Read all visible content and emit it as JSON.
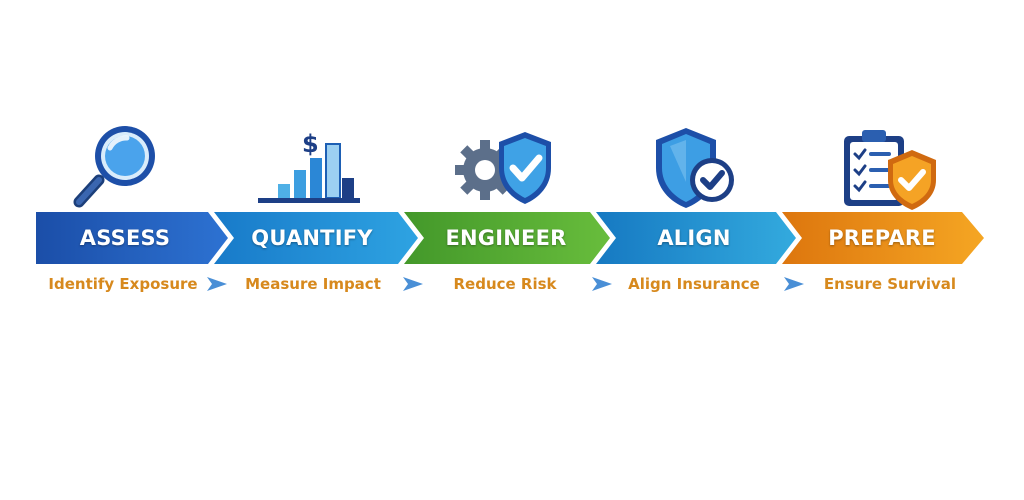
{
  "steps": [
    {
      "title": "ASSESS",
      "subtitle": "Identify Exposure",
      "icon": "magnifier-icon",
      "color_start": "#1f56b3",
      "color_end": "#2b6fd0"
    },
    {
      "title": "QUANTIFY",
      "subtitle": "Measure Impact",
      "icon": "bar-chart-dollar-icon",
      "color_start": "#1a7fcf",
      "color_end": "#2a9fe0"
    },
    {
      "title": "ENGINEER",
      "subtitle": "Reduce Risk",
      "icon": "gear-shield-icon",
      "color_start": "#4a9e2a",
      "color_end": "#63b93a"
    },
    {
      "title": "ALIGN",
      "subtitle": "Align Insurance",
      "icon": "shield-check-icon",
      "color_start": "#1b84c8",
      "color_end": "#31a6dd"
    },
    {
      "title": "PREPARE",
      "subtitle": "Ensure Survival",
      "icon": "clipboard-shield-icon",
      "color_start": "#e07a10",
      "color_end": "#f3a020"
    }
  ],
  "colors": {
    "subtitle_text": "#d7891d",
    "connector_arrow": "#4a8fd6"
  }
}
